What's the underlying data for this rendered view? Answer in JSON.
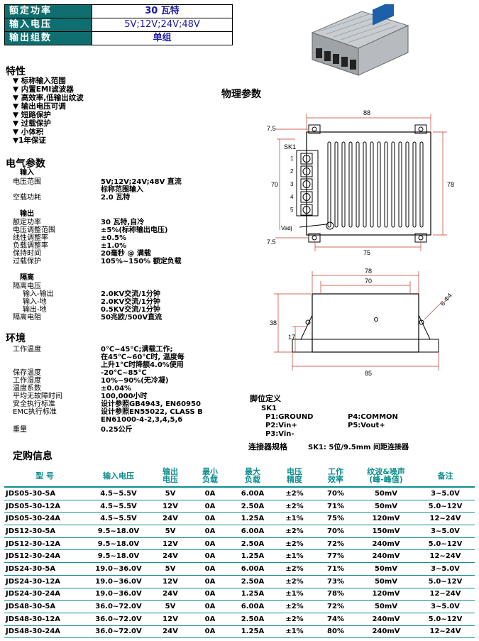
{
  "header": {
    "rows": [
      {
        "key": "额定功率",
        "value": "30 瓦特"
      },
      {
        "key": "输入电压",
        "value": "5V;12V;24V;48V"
      },
      {
        "key": "输出组数",
        "value": "单组"
      }
    ]
  },
  "features": {
    "title": "特性",
    "items": [
      "▼ 标称输入范围",
      "▼ 内置EMI滤波器",
      "▼ 高效率,低输出纹波",
      "▼ 输出电压可调",
      "▼ 短路保护",
      "▼ 过载保护",
      "▼ 小体积",
      "▼1年保证"
    ]
  },
  "physical_title": "物理参数",
  "electrical": {
    "title": "电气参数",
    "input_heading": "输入",
    "input_rows": [
      {
        "label": "电压范围",
        "value": "5V;12V;24V;48V 直流"
      },
      {
        "label": "",
        "value": "标称范围输入"
      },
      {
        "label": "空载功耗",
        "value": "2.0 瓦特"
      }
    ],
    "output_heading": "输出",
    "output_rows": [
      {
        "label": "额定功率",
        "value": "30 瓦特,自冷"
      },
      {
        "label": "电压调整范围",
        "value": "±5%(标称输出电压)"
      },
      {
        "label": "线性调整率",
        "value": "±0.5%"
      },
      {
        "label": "负载调整率",
        "value": "±1.0%"
      },
      {
        "label": "保持时间",
        "value": "20毫秒 @ 满载"
      },
      {
        "label": "过载保护",
        "value": "105%~150% 额定负载"
      }
    ],
    "isolation_heading": "隔离",
    "isolation_rows": [
      {
        "label": "隔离电压",
        "value": ""
      },
      {
        "label": "输入-输出",
        "value": "2.0KV交流/1分钟"
      },
      {
        "label": "输入-地",
        "value": "2.0KV交流/1分钟"
      },
      {
        "label": "输出-地",
        "value": "0.5KV交流/1分钟"
      },
      {
        "label": "隔离电阻",
        "value": "50兆欧/500V直流"
      }
    ]
  },
  "environment": {
    "title": "环境",
    "rows": [
      {
        "label": "工作温度",
        "value": "0℃~45℃;满载工作;"
      },
      {
        "label": "",
        "value": "在45℃~60℃时, 温度每"
      },
      {
        "label": "",
        "value": "上升1℃时降额4.0%使用"
      },
      {
        "label": "保存温度",
        "value": "-20℃~85℃"
      },
      {
        "label": "工作湿度",
        "value": "10%~90%(无冷凝)"
      },
      {
        "label": "温度系数",
        "value": "±0.04%"
      },
      {
        "label": "平均无故障时间",
        "value": "100,000小时"
      },
      {
        "label": "安全执行标准",
        "value": "设计参照GB4943, EN60950"
      },
      {
        "label": "EMC执行标准",
        "value": "设计参照EN55022, CLASS B"
      },
      {
        "label": "",
        "value": "EN61000-4-2,3,4,5,6"
      },
      {
        "label": "重量",
        "value": "0.25公斤"
      }
    ]
  },
  "pin": {
    "title": "脚位定义",
    "sk": "SK1",
    "p1": "P1:GROUND",
    "p2": "P2:Vin+",
    "p3": "P3:Vin-",
    "p4": "P4:COMMON",
    "p5": "P5:Vout+",
    "conn_label": "连接器规格",
    "conn_value": "SK1: 5位/9.5mm 间距连接器"
  },
  "drawing": {
    "top": {
      "w88": "88",
      "h78": "78",
      "h70": "70",
      "w75": "75",
      "d75a": "7.5",
      "d75b": "7.5",
      "sk": "SK1",
      "vadj": "Vadj",
      "pins": [
        "1",
        "2",
        "3",
        "4",
        "5"
      ]
    },
    "side": {
      "w78": "78",
      "w70": "70",
      "w85": "85",
      "h38": "38",
      "h17": "17",
      "hole": "6-Φ4"
    }
  },
  "order": {
    "title": "定购信息",
    "headers": [
      "型 号",
      "输入电压",
      "输出\n电压",
      "最小\n负载",
      "最大\n负载",
      "电压\n精度",
      "工作\n效率",
      "纹波&噪声\n(峰-峰值)",
      "备注"
    ],
    "rows": [
      [
        "JDS05-30-5A",
        "4.5~5.5V",
        "5V",
        "0A",
        "6.00A",
        "±2%",
        "70%",
        "50mV",
        "3~5.0V"
      ],
      [
        "JDS05-30-12A",
        "4.5~5.5V",
        "12V",
        "0A",
        "2.50A",
        "±2%",
        "71%",
        "50mV",
        "5.0~12V"
      ],
      [
        "JDS05-30-24A",
        "4.5~5.5V",
        "24V",
        "0A",
        "1.25A",
        "±1%",
        "75%",
        "120mV",
        "12~24V"
      ],
      [
        "JDS12-30-5A",
        "9.5~18.0V",
        "5V",
        "0A",
        "6.00A",
        "±2%",
        "70%",
        "150mV",
        "3~5.0V"
      ],
      [
        "JDS12-30-12A",
        "9.5~18.0V",
        "12V",
        "0A",
        "2.50A",
        "±2%",
        "72%",
        "240mV",
        "5.0~12V"
      ],
      [
        "JDS12-30-24A",
        "9.5~18.0V",
        "24V",
        "0A",
        "1.25A",
        "±1%",
        "77%",
        "240mV",
        "12~24V"
      ],
      [
        "JDS24-30-5A",
        "19.0~36.0V",
        "5V",
        "0A",
        "6.00A",
        "±2%",
        "71%",
        "50mV",
        "3~5.0V"
      ],
      [
        "JDS24-30-12A",
        "19.0~36.0V",
        "12V",
        "0A",
        "2.50A",
        "±2%",
        "73%",
        "50mV",
        "5.0~12V"
      ],
      [
        "JDS24-30-24A",
        "19.0~36.0V",
        "24V",
        "0A",
        "1.25A",
        "±1%",
        "78%",
        "120mV",
        "12~24V"
      ],
      [
        "JDS48-30-5A",
        "36.0~72.0V",
        "5V",
        "0A",
        "6.00A",
        "±2%",
        "72%",
        "50mV",
        "3~5.0V"
      ],
      [
        "JDS48-30-12A",
        "36.0~72.0V",
        "12V",
        "0A",
        "2.50A",
        "±2%",
        "74%",
        "240mV",
        "5.0~12V"
      ],
      [
        "JDS48-30-24A",
        "36.0~72.0V",
        "24V",
        "0A",
        "1.25A",
        "±1%",
        "80%",
        "240mV",
        "12~24V"
      ]
    ]
  }
}
